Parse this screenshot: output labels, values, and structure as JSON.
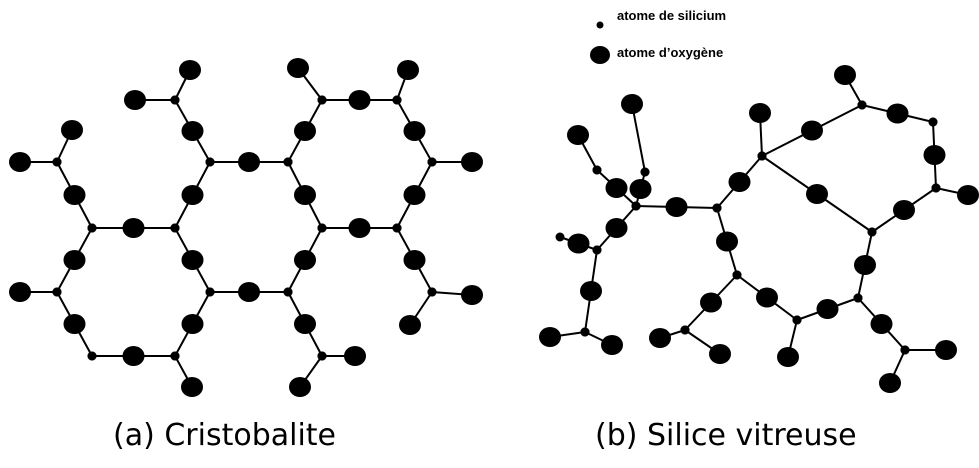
{
  "legend": {
    "silicon_label": "atome de silicium",
    "oxygen_label": "atome d’oxygène"
  },
  "captions": {
    "left": "(a) Cristobalite",
    "right": "(b) Silice vitreuse"
  },
  "colors": {
    "atom": "#000000",
    "bond": "#000000",
    "background": "#ffffff"
  }
}
